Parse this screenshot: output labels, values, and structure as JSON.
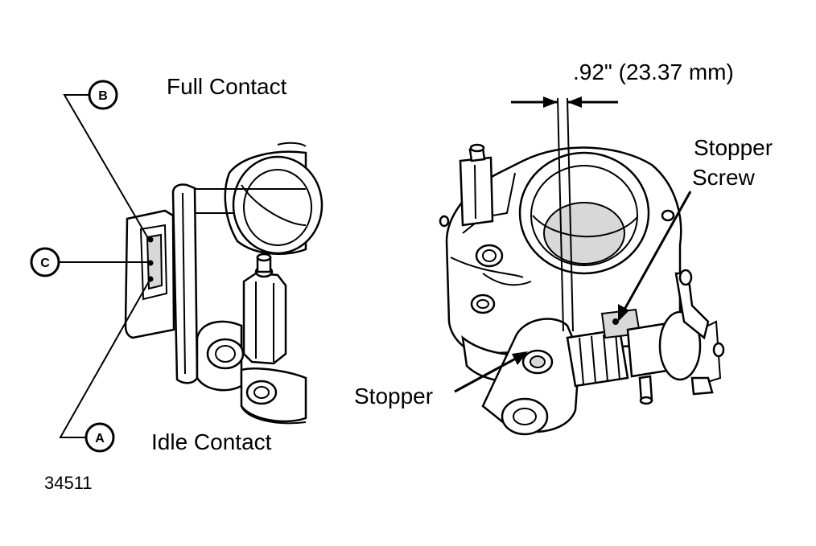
{
  "callouts": {
    "a": "A",
    "b": "B",
    "c": "C"
  },
  "labels": {
    "full_contact": "Full Contact",
    "idle_contact": "Idle Contact",
    "figure_number": "34511",
    "gap_dimension": ".92\" (23.37 mm)",
    "stopper_screw_line1": "Stopper",
    "stopper_screw_line2": "Screw",
    "stopper": "Stopper"
  }
}
